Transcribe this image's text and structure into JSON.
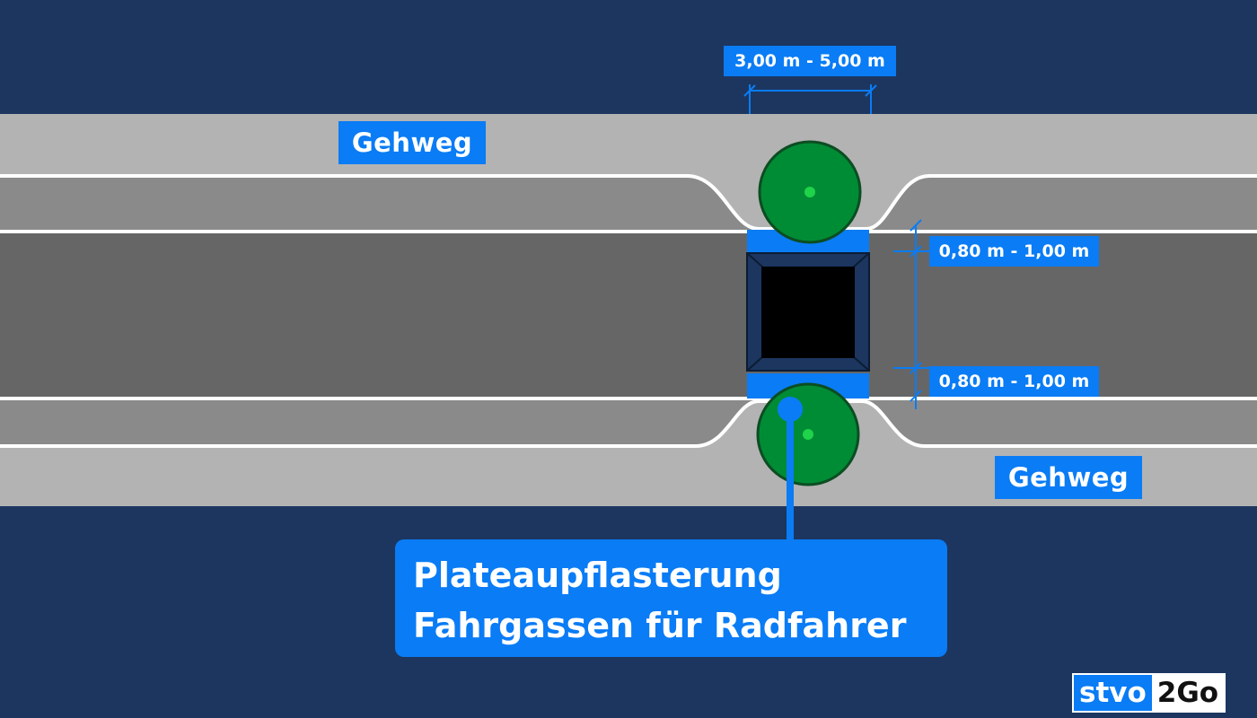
{
  "labels": {
    "sidewalk_top": "Gehweg",
    "sidewalk_bottom": "Gehweg",
    "plateau_width": "3,00 m - 5,00 m",
    "cycle_lane_upper": "0,80 m - 1,00 m",
    "cycle_lane_lower": "0,80 m - 1,00 m"
  },
  "callout": {
    "line1": "Plateaupflasterung",
    "line2": "Fahrgassen für Radfahrer"
  },
  "logo": {
    "part1": "stvo",
    "part2": "2Go"
  },
  "colors": {
    "background": "#1c3660",
    "sidewalk": "#b3b3b3",
    "parking_lane": "#8a8a8a",
    "carriageway": "#666666",
    "accent": "#0a7cf5",
    "tree": "#008c35",
    "tree_center": "#1fd34a",
    "plateau": "#000000"
  }
}
